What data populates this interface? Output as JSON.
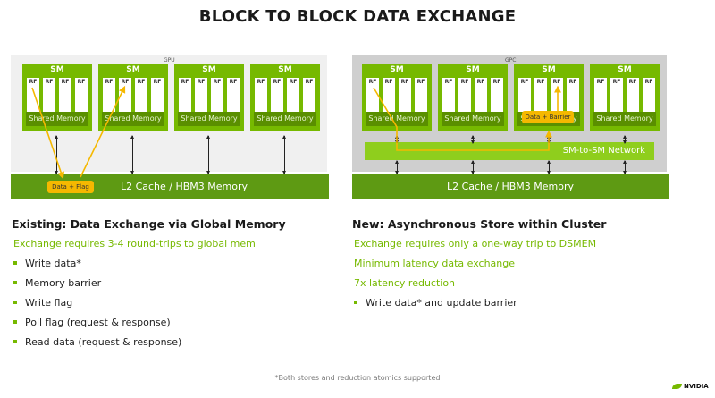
{
  "title": "BLOCK TO BLOCK DATA EXCHANGE",
  "colors": {
    "nvidia_green": "#76b900",
    "dark_green": "#5e9a13",
    "highlight": "#f5b800"
  },
  "left_diagram": {
    "region_label": "GPU",
    "sm_title": "SM",
    "rf_label": "RF",
    "shared_memory_label": "Shared Memory",
    "l2_label": "L2 Cache / HBM3 Memory",
    "tag": "Data + Flag"
  },
  "right_diagram": {
    "region_label": "GPC",
    "sm_title": "SM",
    "rf_label": "RF",
    "shared_memory_label": "Shared Memory",
    "network_label": "SM-to-SM Network",
    "l2_label": "L2 Cache / HBM3 Memory",
    "tag": "Data + Barrier"
  },
  "left_text": {
    "heading": "Existing: Data Exchange via Global Memory",
    "subheading": "Exchange requires 3-4 round-trips to global mem",
    "bullets": [
      "Write data*",
      "Memory barrier",
      "Write flag",
      "Poll flag (request & response)",
      "Read data (request & response)"
    ]
  },
  "right_text": {
    "heading": "New: Asynchronous Store within Cluster",
    "green_lines": [
      "Exchange requires only a one-way trip to DSMEM",
      "Minimum latency data exchange",
      "7x latency reduction"
    ],
    "bullets": [
      "Write data* and update barrier"
    ]
  },
  "footnote": "*Both stores and reduction atomics supported",
  "logo": "NVIDIA"
}
